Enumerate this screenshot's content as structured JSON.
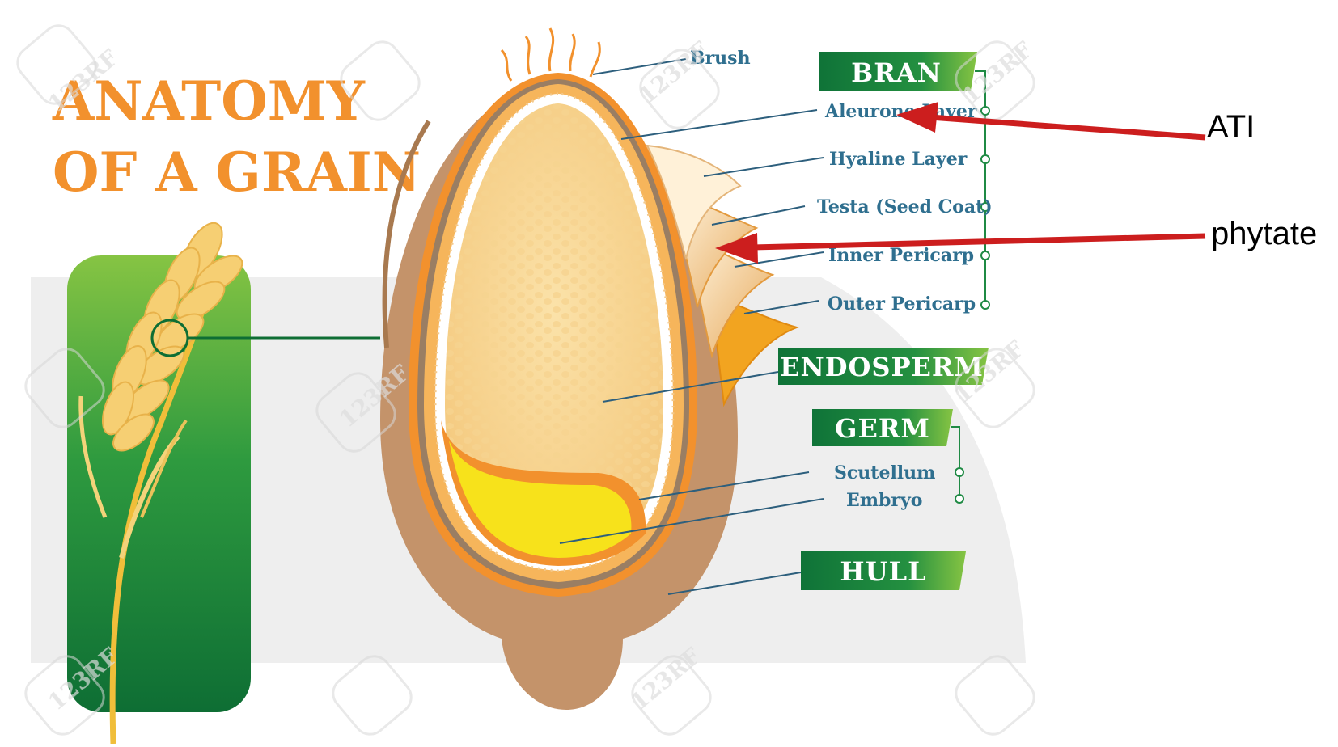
{
  "title_lines": [
    "ANATOMY",
    "OF A GRAIN"
  ],
  "labels": {
    "brush": "Brush",
    "bran": "BRAN",
    "aleurone": "Aleurone Layer",
    "hyaline": "Hyaline Layer",
    "testa": "Testa (Seed Coat)",
    "inner_pericarp": "Inner Pericarp",
    "outer_pericarp": "Outer Pericarp",
    "endosperm": "ENDOSPERM",
    "germ": "GERM",
    "scutellum": "Scutellum",
    "embryo": "Embryo",
    "hull": "HULL"
  },
  "annotations": {
    "ati": "ATI",
    "phytate": "phytate"
  },
  "watermark": "123RF",
  "colors": {
    "orange": "#F2912D",
    "green_dark": "#127A3A",
    "green_light": "#7CC242",
    "label_blue": "#2F6F8F",
    "hull_brown": "#C4936A",
    "endosperm_fill": "#F8D79A",
    "embryo_yellow": "#F7E21B",
    "arrow_red": "#CC1E1E"
  }
}
